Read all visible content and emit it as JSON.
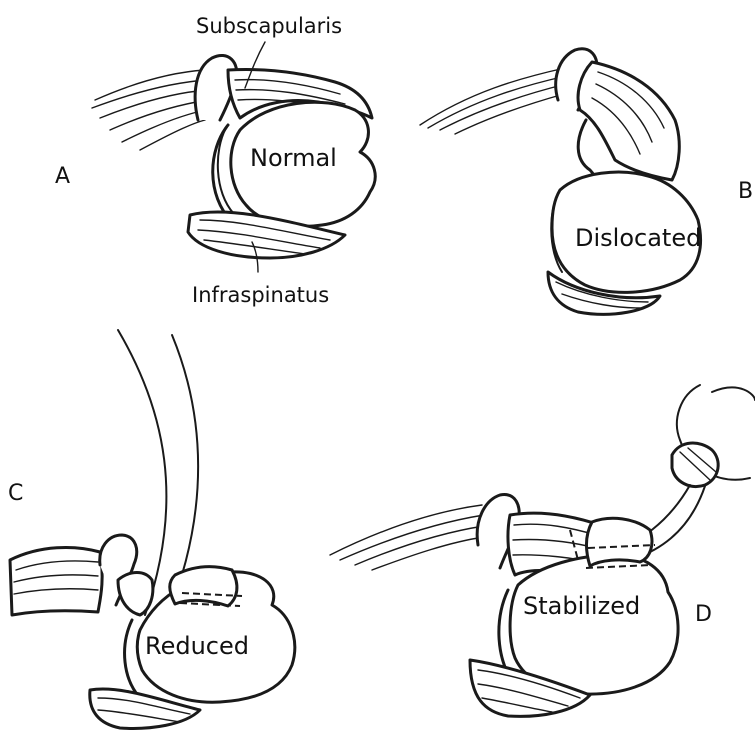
{
  "labels": {
    "subscapularis": "Subscapularis",
    "infraspinatus": "Infraspinatus",
    "normal": "Normal",
    "dislocated": "Dislocated",
    "reduced": "Reduced",
    "stabilized": "Stabilized"
  },
  "panels": {
    "a": "A",
    "b": "B",
    "c": "C",
    "d": "D"
  },
  "colors": {
    "ink": "#1a1a1a",
    "background": "#ffffff"
  }
}
